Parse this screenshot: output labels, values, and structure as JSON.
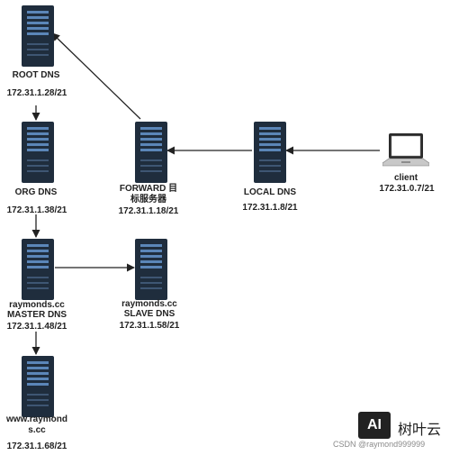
{
  "nodes": {
    "root": {
      "name": "ROOT DNS",
      "ip": "172.31.1.28/21"
    },
    "org": {
      "name": "ORG DNS",
      "ip": "172.31.1.38/21"
    },
    "master": {
      "name1": "raymonds.cc",
      "name2": "MASTER  DNS",
      "ip": "172.31.1.48/21"
    },
    "www": {
      "name1": "www.raymond",
      "name2": "s.cc",
      "ip": "172.31.1.68/21"
    },
    "forward": {
      "name1": "FORWARD 目",
      "name2": "标服务器",
      "ip": "172.31.1.18/21"
    },
    "local": {
      "name": "LOCAL DNS",
      "ip": "172.31.1.8/21"
    },
    "slave": {
      "name1": "raymonds.cc",
      "name2": "SLAVE  DNS",
      "ip": "172.31.1.58/21"
    },
    "client": {
      "name": "client",
      "ip": "172.31.0.7/21"
    }
  },
  "watermark": {
    "logo": "AI",
    "brand": "树叶云",
    "csdn": "CSDN @raymond999999"
  },
  "colors": {
    "server_body": "#1f2d3d",
    "server_stripe": "#5b86b8",
    "arrow": "#222222"
  }
}
